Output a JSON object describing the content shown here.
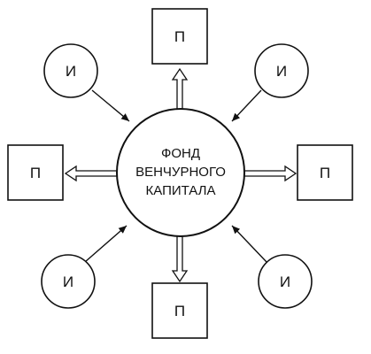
{
  "center": {
    "lines": [
      "ФОНД",
      "ВЕНЧУРНОГО",
      "КАПИТАЛА"
    ]
  },
  "investors": [
    {
      "id": "top-left",
      "label": "И"
    },
    {
      "id": "top-right",
      "label": "И"
    },
    {
      "id": "bottom-left",
      "label": "И"
    },
    {
      "id": "bottom-right",
      "label": "И"
    }
  ],
  "projects": [
    {
      "id": "top",
      "label": "П"
    },
    {
      "id": "left",
      "label": "П"
    },
    {
      "id": "right",
      "label": "П"
    },
    {
      "id": "bottom",
      "label": "П"
    }
  ]
}
